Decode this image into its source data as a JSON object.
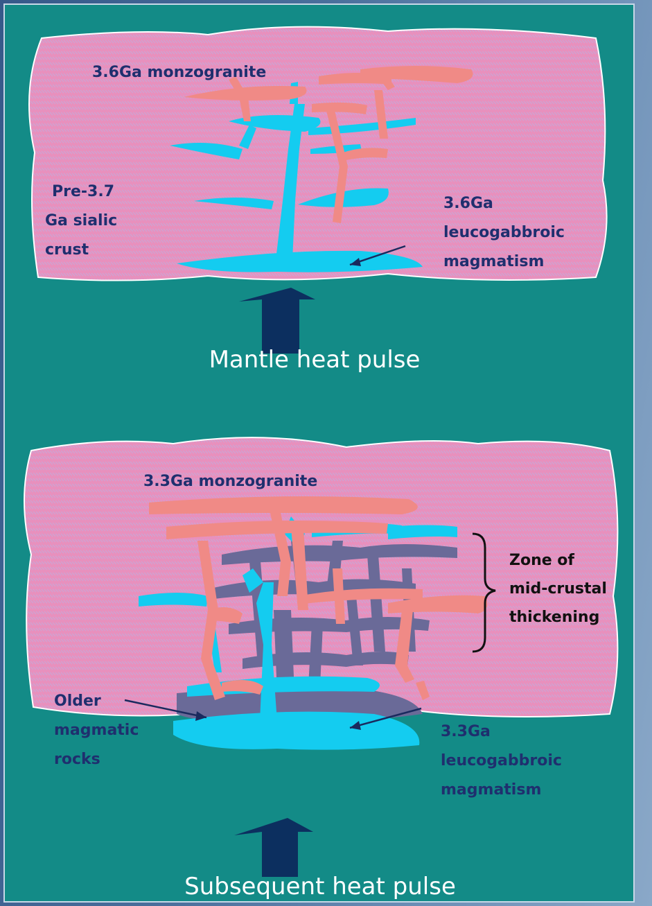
{
  "top_panel": {
    "monzogranite_label": "3.6Ga monzogranite",
    "crust_label": [
      "Pre-3.7",
      "Ga sialic",
      "crust"
    ],
    "leucogabbro_label": [
      "3.6Ga",
      "leucogabbroic",
      "magmatism"
    ],
    "caption": "Mantle heat pulse"
  },
  "bottom_panel": {
    "monzogranite_label": "3.3Ga monzogranite",
    "zone_label": [
      "Zone of",
      "mid-crustal",
      "thickening"
    ],
    "older_label": [
      "Older",
      "magmatic",
      "rocks"
    ],
    "leucogabbro_label": [
      "3.3Ga",
      "leucogabbroic",
      "magmatism"
    ],
    "caption": "Subsequent heat pulse"
  },
  "colors": {
    "panel_bg": "#138b87",
    "crust_pink": "#e890bd",
    "monzogranite": "#f08a86",
    "leucogabbro": "#14ccf0",
    "older_rock": "#6a6a98",
    "arrow": "#0c2f5f"
  }
}
